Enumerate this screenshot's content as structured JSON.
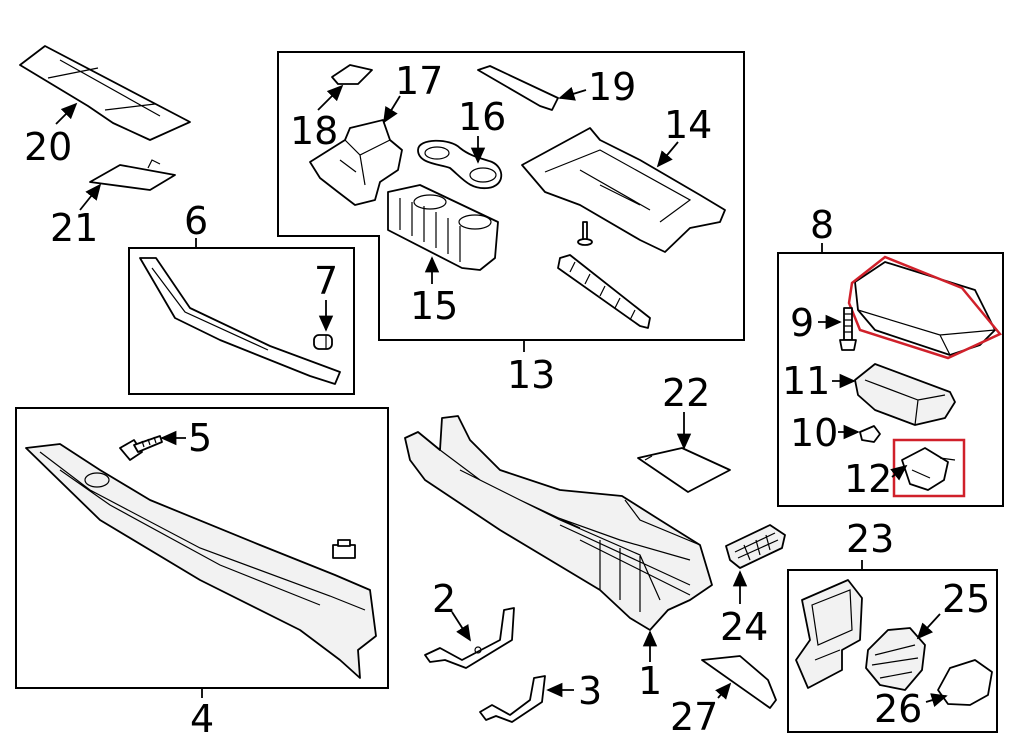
{
  "diagram": {
    "highlight_color": "#d0202a",
    "callouts": {
      "c1": "1",
      "c2": "2",
      "c3": "3",
      "c4": "4",
      "c5": "5",
      "c6": "6",
      "c7": "7",
      "c8": "8",
      "c9": "9",
      "c10": "10",
      "c11": "11",
      "c12": "12",
      "c13": "13",
      "c14": "14",
      "c15": "15",
      "c16": "16",
      "c17": "17",
      "c18": "18",
      "c19": "19",
      "c20": "20",
      "c21": "21",
      "c22": "22",
      "c23": "23",
      "c24": "24",
      "c25": "25",
      "c26": "26",
      "c27": "27"
    }
  }
}
